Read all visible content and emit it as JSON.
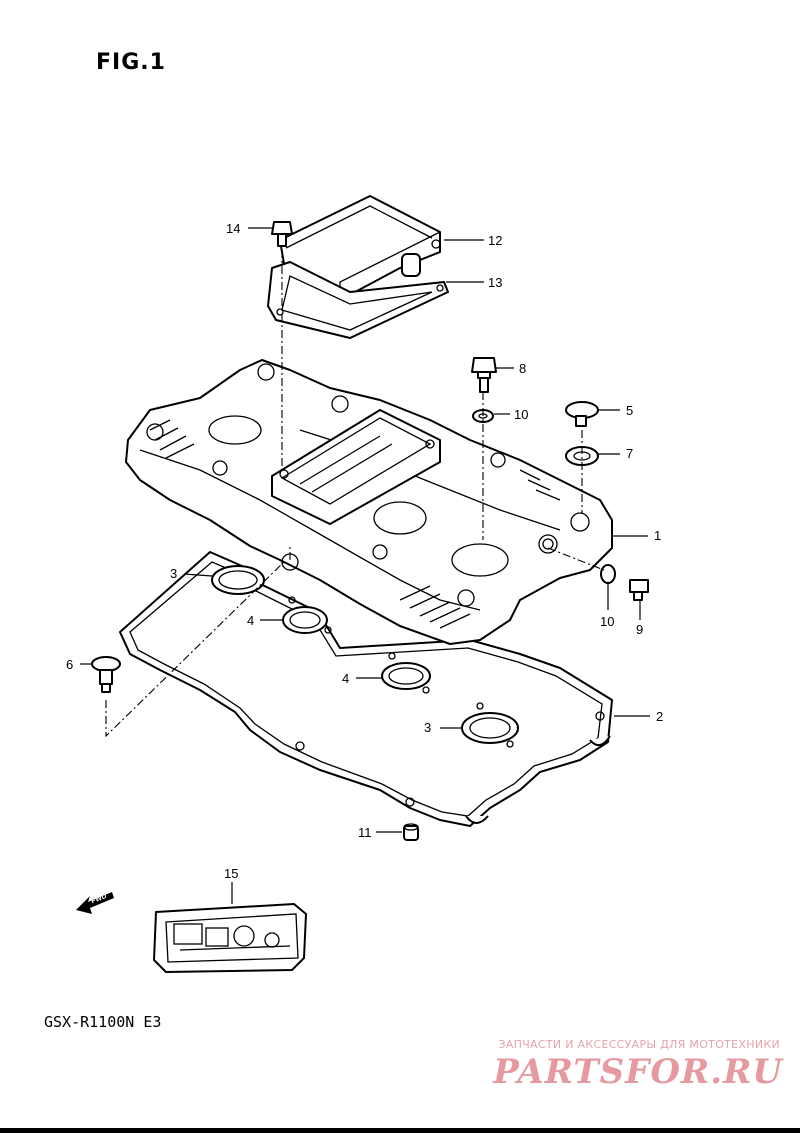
{
  "figure": {
    "title": "FIG.1",
    "model": "GSX-R1100N  E3"
  },
  "callouts": [
    {
      "id": "c1",
      "num": "1"
    },
    {
      "id": "c2",
      "num": "2"
    },
    {
      "id": "c3a",
      "num": "3"
    },
    {
      "id": "c3b",
      "num": "3"
    },
    {
      "id": "c4a",
      "num": "4"
    },
    {
      "id": "c4b",
      "num": "4"
    },
    {
      "id": "c5",
      "num": "5"
    },
    {
      "id": "c6",
      "num": "6"
    },
    {
      "id": "c7",
      "num": "7"
    },
    {
      "id": "c8",
      "num": "8"
    },
    {
      "id": "c9",
      "num": "9"
    },
    {
      "id": "c10a",
      "num": "10"
    },
    {
      "id": "c10b",
      "num": "10"
    },
    {
      "id": "c11",
      "num": "11"
    },
    {
      "id": "c12",
      "num": "12"
    },
    {
      "id": "c13",
      "num": "13"
    },
    {
      "id": "c14",
      "num": "14"
    },
    {
      "id": "c15",
      "num": "15"
    }
  ],
  "fwd_label": "FWD",
  "watermark": {
    "tagline": "ЗАПЧАСТИ И АКСЕССУАРЫ ДЛЯ МОТОТЕХНИКИ",
    "logo": "PARTSFOR.RU"
  }
}
